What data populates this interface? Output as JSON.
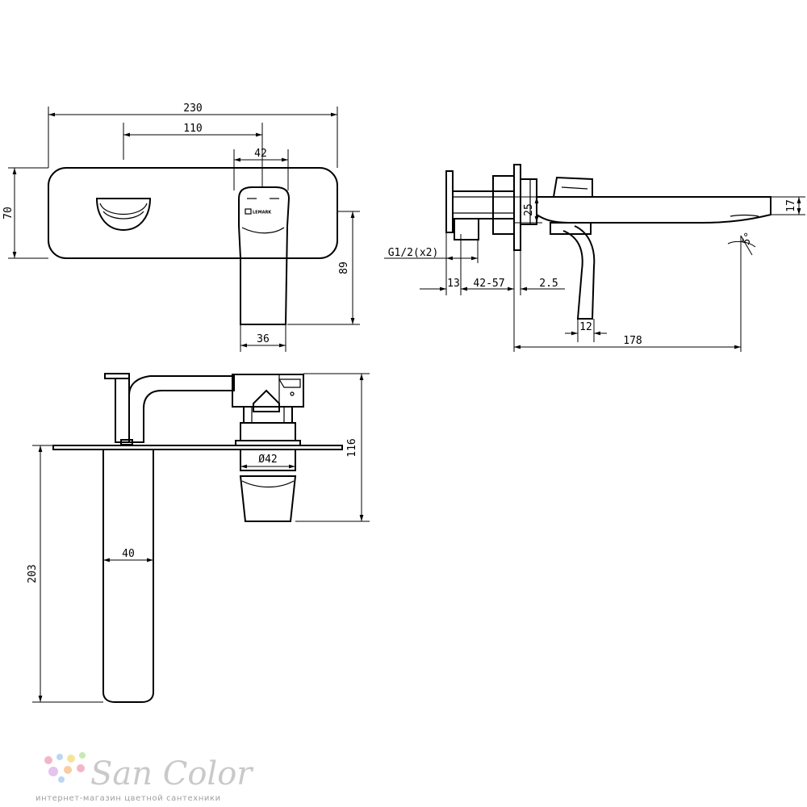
{
  "dimensions": {
    "front": {
      "width_total": "230",
      "handle_offset": "110",
      "handle_width_top": "42",
      "plate_height": "70",
      "handle_length": "89",
      "handle_width_bottom": "36"
    },
    "side": {
      "thread": "G1/2(x2)",
      "d13": "13",
      "range": "42-57",
      "d2_5": "2.5",
      "d25": "25",
      "d17": "17",
      "angle": "5°",
      "d12": "12",
      "reach": "178"
    },
    "top": {
      "depth": "116",
      "diameter": "Ø42",
      "spout_length": "203",
      "spout_width": "40"
    }
  },
  "brand_mark": "LEMARK",
  "watermark": {
    "name": "San Color",
    "tagline": "интернет-магазин цветной сантехники",
    "dot_colors": [
      "#f3b6c8",
      "#bcd6f2",
      "#f6e39a",
      "#c7e8b0",
      "#e4c3ef",
      "#f8cda0"
    ]
  }
}
